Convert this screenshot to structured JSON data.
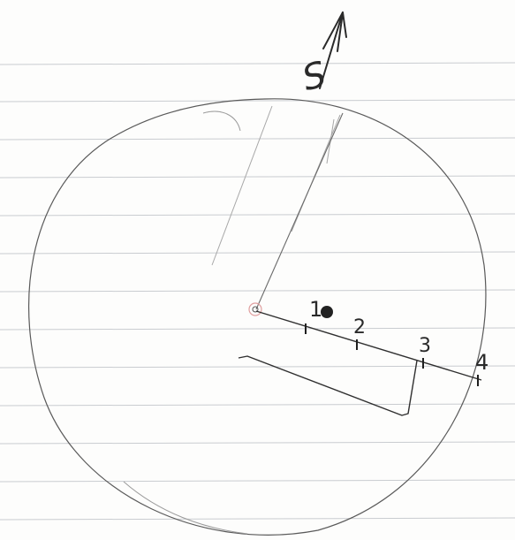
{
  "sketch": {
    "north_label": "S",
    "tick_labels": [
      "1",
      "2",
      "3",
      "4"
    ],
    "colors": {
      "paper": "#fdfdfc",
      "rule_line": "#c9ccd0",
      "ink": "#2a2a2a",
      "faint_ink": "#9a9a9a"
    }
  }
}
